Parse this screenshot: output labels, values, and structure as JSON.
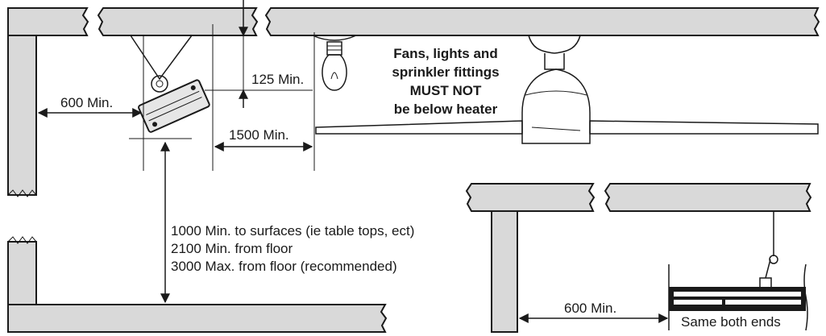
{
  "dimensions": {
    "gap_top": "125 Min.",
    "side_clearance_left": "600 Min.",
    "fan_clearance": "1500 Min.",
    "side_clearance_inset": "600 Min."
  },
  "notes": {
    "fixtures_warning": [
      "Fans, lights and",
      "sprinkler fittings",
      "MUST NOT",
      "be below heater"
    ],
    "height_requirements": [
      "1000 Min. to surfaces (ie table tops, ect)",
      "2100 Min. from floor",
      "3000 Max. from floor (recommended)"
    ],
    "inset_caption": "Same both ends"
  },
  "icons": [
    "ceiling-fan-icon",
    "light-bulb-icon",
    "heater-icon",
    "bracket-icon"
  ],
  "colors": {
    "wall_fill": "#d9d9d9",
    "ink": "#1a1a1a",
    "fan_fill": "#c8c8c8"
  }
}
